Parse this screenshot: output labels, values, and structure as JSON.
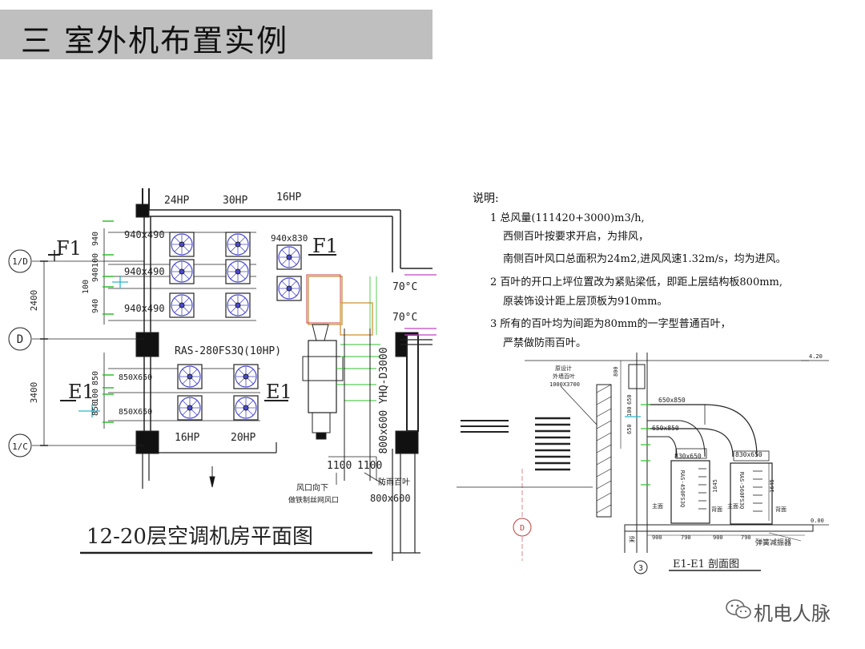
{
  "slide": {
    "title": "三  室外机布置实例"
  },
  "plan": {
    "hp_top": [
      "24HP",
      "30HP",
      "16HP"
    ],
    "unit_940": [
      "940x490",
      "940x490",
      "940x490"
    ],
    "unit_940b": "940x830",
    "f1_left": "F1",
    "f1_right": "F1",
    "e1_left": "E1",
    "e1_right": "E1",
    "axis": [
      "1/D",
      "D",
      "1/C"
    ],
    "dims_left": [
      "2400",
      "3400"
    ],
    "dims_940": [
      "940",
      "100",
      "940",
      "100",
      "940"
    ],
    "dims_850": [
      "850",
      "100",
      "850"
    ],
    "model": "RAS-280FS3Q(10HP)",
    "unit_850": [
      "850X650",
      "850X650"
    ],
    "hp_bottom": [
      "16HP",
      "20HP"
    ],
    "temps": [
      "70°C",
      "70°C"
    ],
    "duct_v": "800x600 YHQ-D3000",
    "dims_1100": [
      "1100",
      "1100"
    ],
    "note_a": "风口向下",
    "note_b": "做铁制丝网风口",
    "louver_label": "防雨百叶",
    "louver_size": "800x600",
    "caption": "12-20层空调机房平面图"
  },
  "notes": {
    "heading": "说明:",
    "lines": [
      "1 总风量(111420+3000)m3/h,",
      "西侧百叶按要求开启，为排风，",
      "南侧百叶风口总面积为24m2,进风风速1.32m/s，均为进风。",
      "2 百叶的开口上坪位置改为紧贴梁低，即距上层结构板800mm,",
      "原装饰设计距上层顶板为910mm。",
      "3 所有的百叶均为间距为80mm的一字型普通百叶，",
      "严禁做防雨百叶。"
    ]
  },
  "section": {
    "elev_top": "4.20",
    "elev_bottom": "0.00",
    "louver_note": [
      "原设计",
      "外墙百叶",
      "1000X3700"
    ],
    "duct_a": "650x850",
    "duct_b": "650x850",
    "duct_c": "830x650",
    "duct_d": "830x650",
    "dims_v": [
      "800",
      "650",
      "100",
      "650",
      "1645",
      "1645"
    ],
    "dims_h": [
      "900",
      "790",
      "900",
      "790"
    ],
    "unit_a": "RAS-450FS3Q",
    "unit_b": "RAS-560FS3Q",
    "labels": [
      "主面",
      "背面",
      "主面",
      "背面"
    ],
    "beam": "梁",
    "axis_d": "D",
    "axis_3": "3",
    "spring": "弹簧减振器",
    "caption": "E1-E1 剖面图"
  },
  "watermark": {
    "text": "机电人脉",
    "icon": "wechat-icon"
  }
}
